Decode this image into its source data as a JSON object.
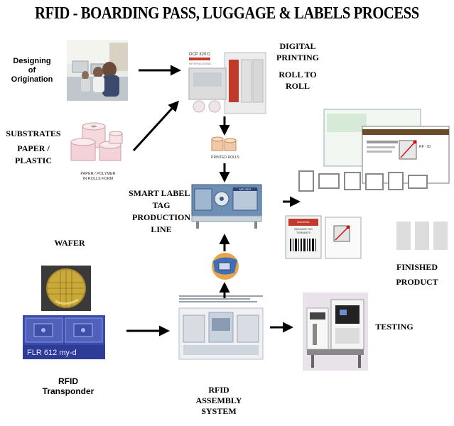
{
  "title": "RFID - BOARDING PASS, LUGGAGE & LABELS PROCESS",
  "steps": {
    "design": [
      "Designing",
      "of",
      "Origination"
    ],
    "digital_printing": [
      "DIGITAL",
      "PRINTING",
      "",
      "ROLL TO",
      "ROLL"
    ],
    "substrates": [
      "SUBSTRATES",
      "",
      "PAPER /",
      "PLASTIC"
    ],
    "smart_label": [
      "SMART LABEL /",
      "TAG",
      "PRODUCTION",
      "LINE"
    ],
    "wafer": "WAFER",
    "finished": [
      "FINISHED",
      "",
      "PRODUCT"
    ],
    "transponder": [
      "RFID",
      "Transponder"
    ],
    "testing": "TESTING",
    "assembly": [
      "RFID",
      "ASSEMBLY",
      "SYSTEM"
    ]
  },
  "image_captions": {
    "rolls_form": [
      "PAPER / POLYMER",
      "IN ROLLS FORM"
    ],
    "printed_rolls": "PRINTED ROLLS",
    "printer_model": "DCP 320 D",
    "printer_brand": "INTERNATIONAL",
    "labeling_brand": "MELZER",
    "wafer_code": "FLR 612 my-d",
    "rfid_tag": "RF - ID",
    "airline": [
      "MALAYSIA",
      "BAGGAGE TAG",
      "TERMINATE"
    ]
  },
  "colors": {
    "arrow": "#000000",
    "printer_red": "#c0392b",
    "wafer_blue": "#3a4aa8",
    "rf_red": "#d01010"
  }
}
